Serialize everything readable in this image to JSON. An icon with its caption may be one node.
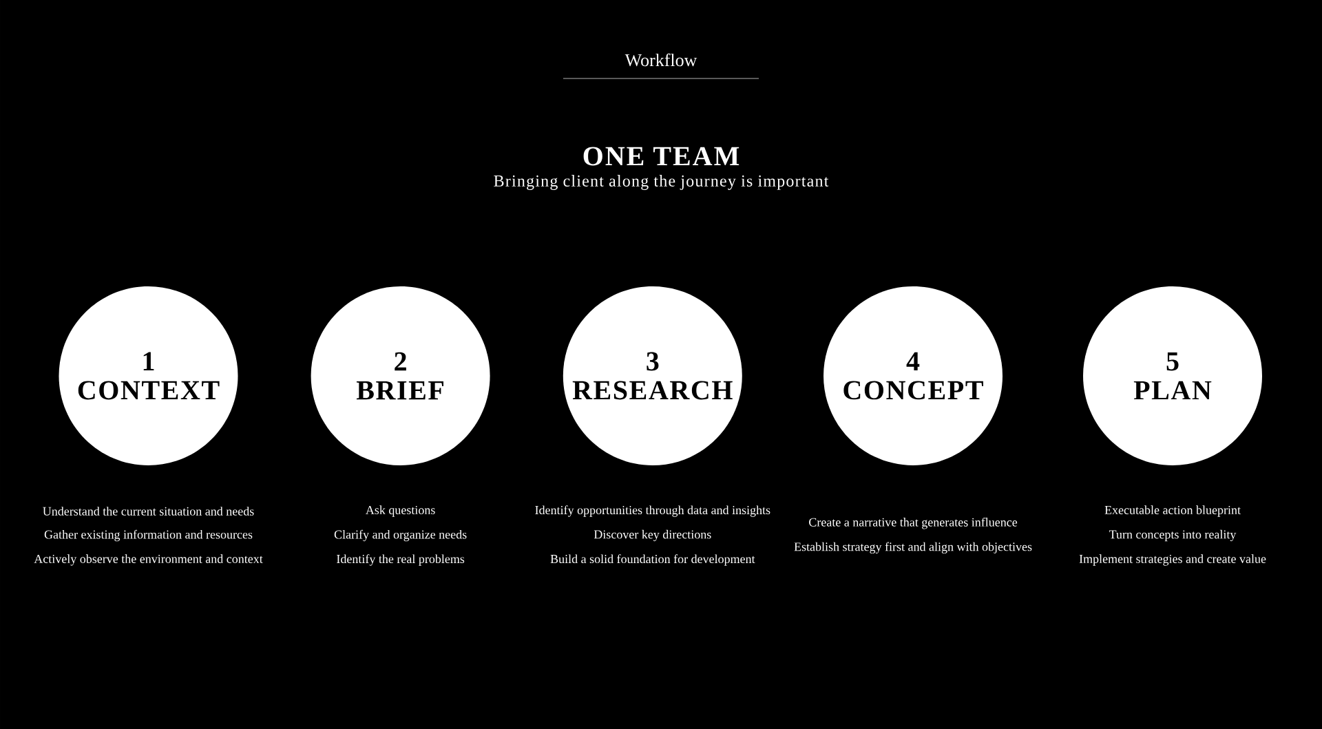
{
  "diagram": {
    "title": "Workflow",
    "nodes": [
      {
        "text": [
          "1",
          "CONTEXT"
        ],
        "beside": [
          "Understand the current situation and needs",
          "Gather existing information and resources",
          "Actively observe the environment and context"
        ]
      },
      {
        "text": [
          "2",
          "BRIEF"
        ],
        "beside": [
          "Ask questions",
          "Clarify and organize needs",
          "Identify the real problems"
        ]
      },
      {
        "text": [
          "3",
          "RESEARCH"
        ],
        "beside": [
          "Identify opportunities through data and insights",
          "Discover key directions",
          "Build a solid foundation for development"
        ]
      },
      {
        "text": [
          "4",
          "CONCEPT"
        ],
        "beside": [
          "Create a narrative that generates influence",
          "Establish strategy first and align with objectives"
        ]
      },
      {
        "text": [
          "5",
          "PLAN"
        ],
        "beside": [
          "Executable action blueprint",
          "Turn concepts into reality",
          "Implement strategies and create value"
        ]
      }
    ],
    "edges": [],
    "labels": [
      "ONE TEAM",
      "Bringing client along the journey is important"
    ]
  }
}
